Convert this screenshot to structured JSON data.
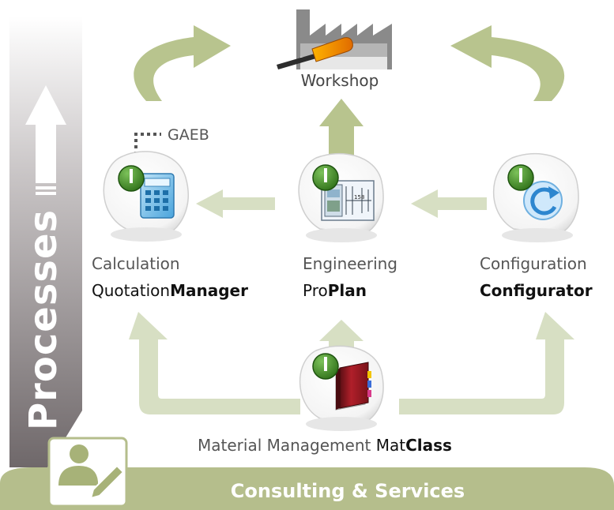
{
  "sidebar": {
    "title": "Processes"
  },
  "footer": {
    "title": "Consulting & Services"
  },
  "workshop": {
    "label": "Workshop"
  },
  "gaeb": {
    "label": "GAEB"
  },
  "modules": {
    "calculation": {
      "category": "Calculation",
      "product_prefix": "Quotation",
      "product_bold": "Manager"
    },
    "engineering": {
      "category": "Engineering",
      "product_prefix": "Pro",
      "product_bold": "Plan"
    },
    "configuration": {
      "category": "Configuration",
      "product_prefix": "",
      "product_bold": "Configurator"
    },
    "material": {
      "category": "Material Management",
      "product_prefix": "Mat",
      "product_bold": "Class"
    }
  },
  "colors": {
    "arrow_green": "#b8c48e",
    "arrow_light": "#d7dfc3",
    "sidebar_dark": "#7d7678",
    "footer_green": "#b5be8c",
    "badge_green": "#3f8a24"
  }
}
